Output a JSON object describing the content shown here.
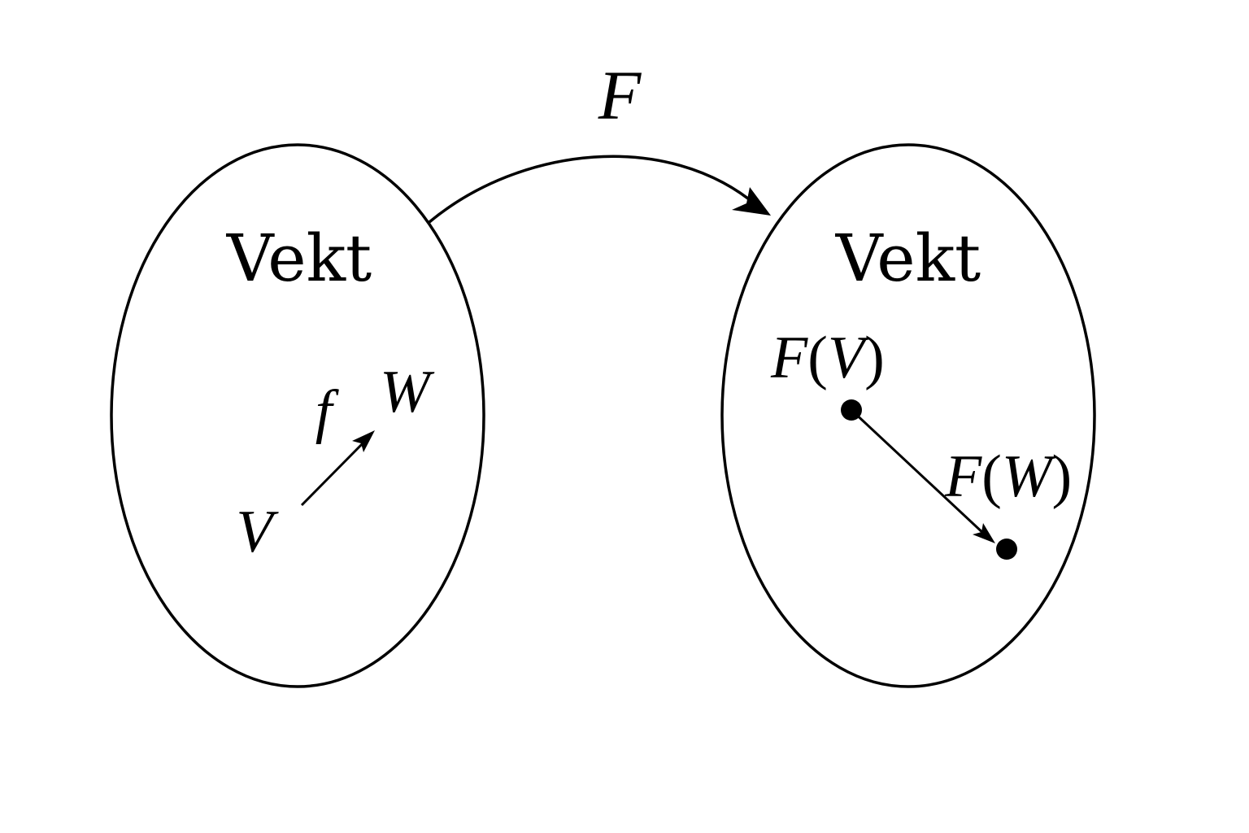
{
  "functor": {
    "label": "F"
  },
  "source_category": {
    "name": "Vekt",
    "object_from": "V",
    "object_to": "W",
    "morphism": "f"
  },
  "target_category": {
    "name": "Vekt",
    "functor_symbol": "F",
    "object_from": "V",
    "object_to": "W",
    "open_paren": "(",
    "close_paren": ")"
  },
  "colors": {
    "stroke": "#000000",
    "background": "#ffffff"
  }
}
